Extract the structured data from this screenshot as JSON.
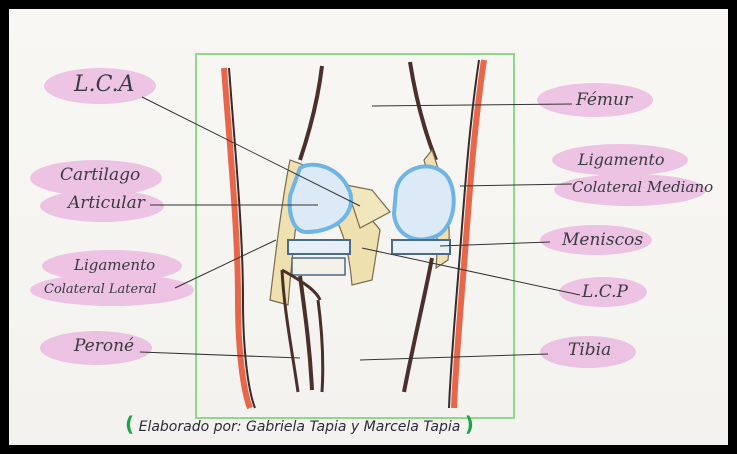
{
  "labels": {
    "lca": "L.C.A",
    "cartilago_1": "Cartilago",
    "cartilago_2": "Articular",
    "lig_lateral_1": "Ligamento",
    "lig_lateral_2": "Colateral Lateral",
    "perone": "Peroné",
    "femur": "Fémur",
    "lig_mediano_1": "Ligamento",
    "lig_mediano_2": "Colateral Mediano",
    "meniscos": "Meniscos",
    "lcp": "L.C.P",
    "tibia": "Tibia"
  },
  "credit": {
    "open": "(",
    "text": "Elaborado por: Gabriela Tapia y Marcela Tapia",
    "close": ")"
  },
  "colors": {
    "highlight": "#e79bd9",
    "frame_green": "#8fd88a",
    "cartilage_blue": "#6fb4e6",
    "ligament_yellow": "#efe0b0",
    "bone_outline": "#5a3a32",
    "skin_red": "#e8674a"
  }
}
